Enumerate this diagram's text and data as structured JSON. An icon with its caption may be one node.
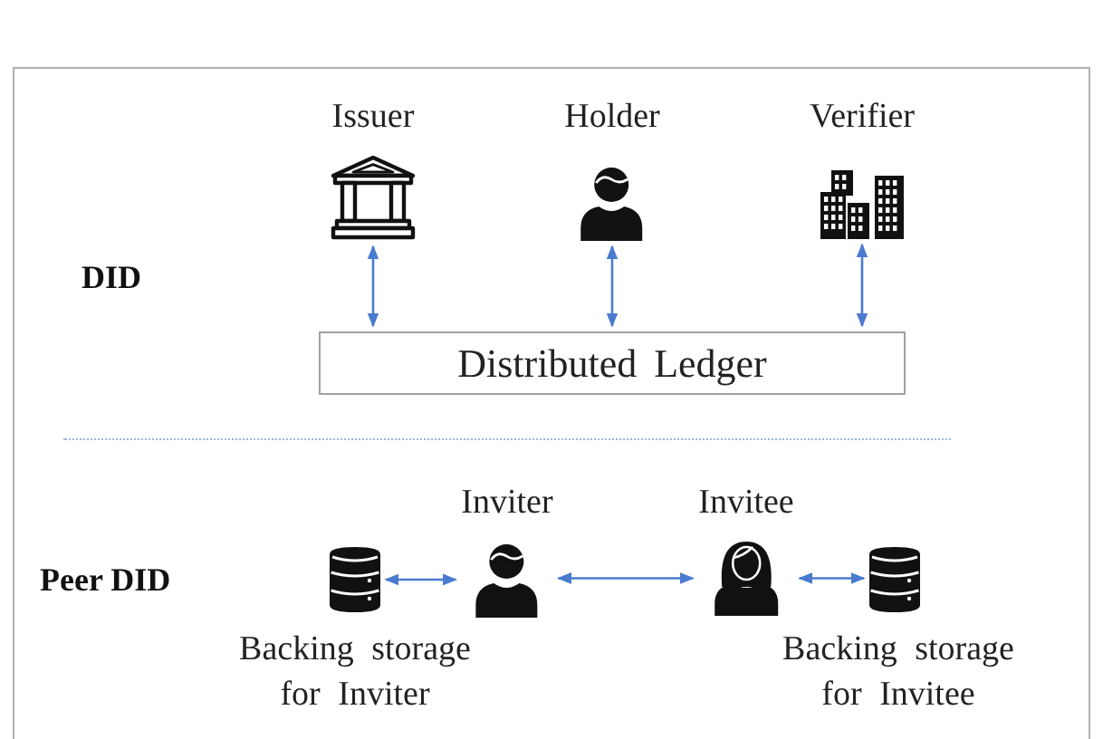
{
  "diagram": {
    "nodes": [
      {
        "text": [
          "Issuer"
        ]
      },
      {
        "text": [
          "Holder"
        ]
      },
      {
        "text": [
          "Verifier"
        ]
      },
      {
        "text": [
          "Distributed Ledger"
        ]
      },
      {
        "text": [],
        "shape": "cylinder",
        "beside": [
          "Backing storage for Inviter"
        ]
      },
      {
        "text": [
          "Inviter"
        ]
      },
      {
        "text": [
          "Invitee"
        ]
      },
      {
        "text": [],
        "shape": "cylinder",
        "beside": [
          "Backing storage for Invitee"
        ]
      }
    ],
    "edges": [
      {
        "from": 0,
        "to": 3,
        "arrow": "both"
      },
      {
        "from": 1,
        "to": 3,
        "arrow": "both"
      },
      {
        "from": 2,
        "to": 3,
        "arrow": "both"
      },
      {
        "from": 4,
        "to": 5,
        "arrow": "both"
      },
      {
        "from": 5,
        "to": 6,
        "arrow": "both"
      },
      {
        "from": 6,
        "to": 7,
        "arrow": "both"
      }
    ],
    "labels": [
      "DID",
      "Peer DID"
    ]
  }
}
